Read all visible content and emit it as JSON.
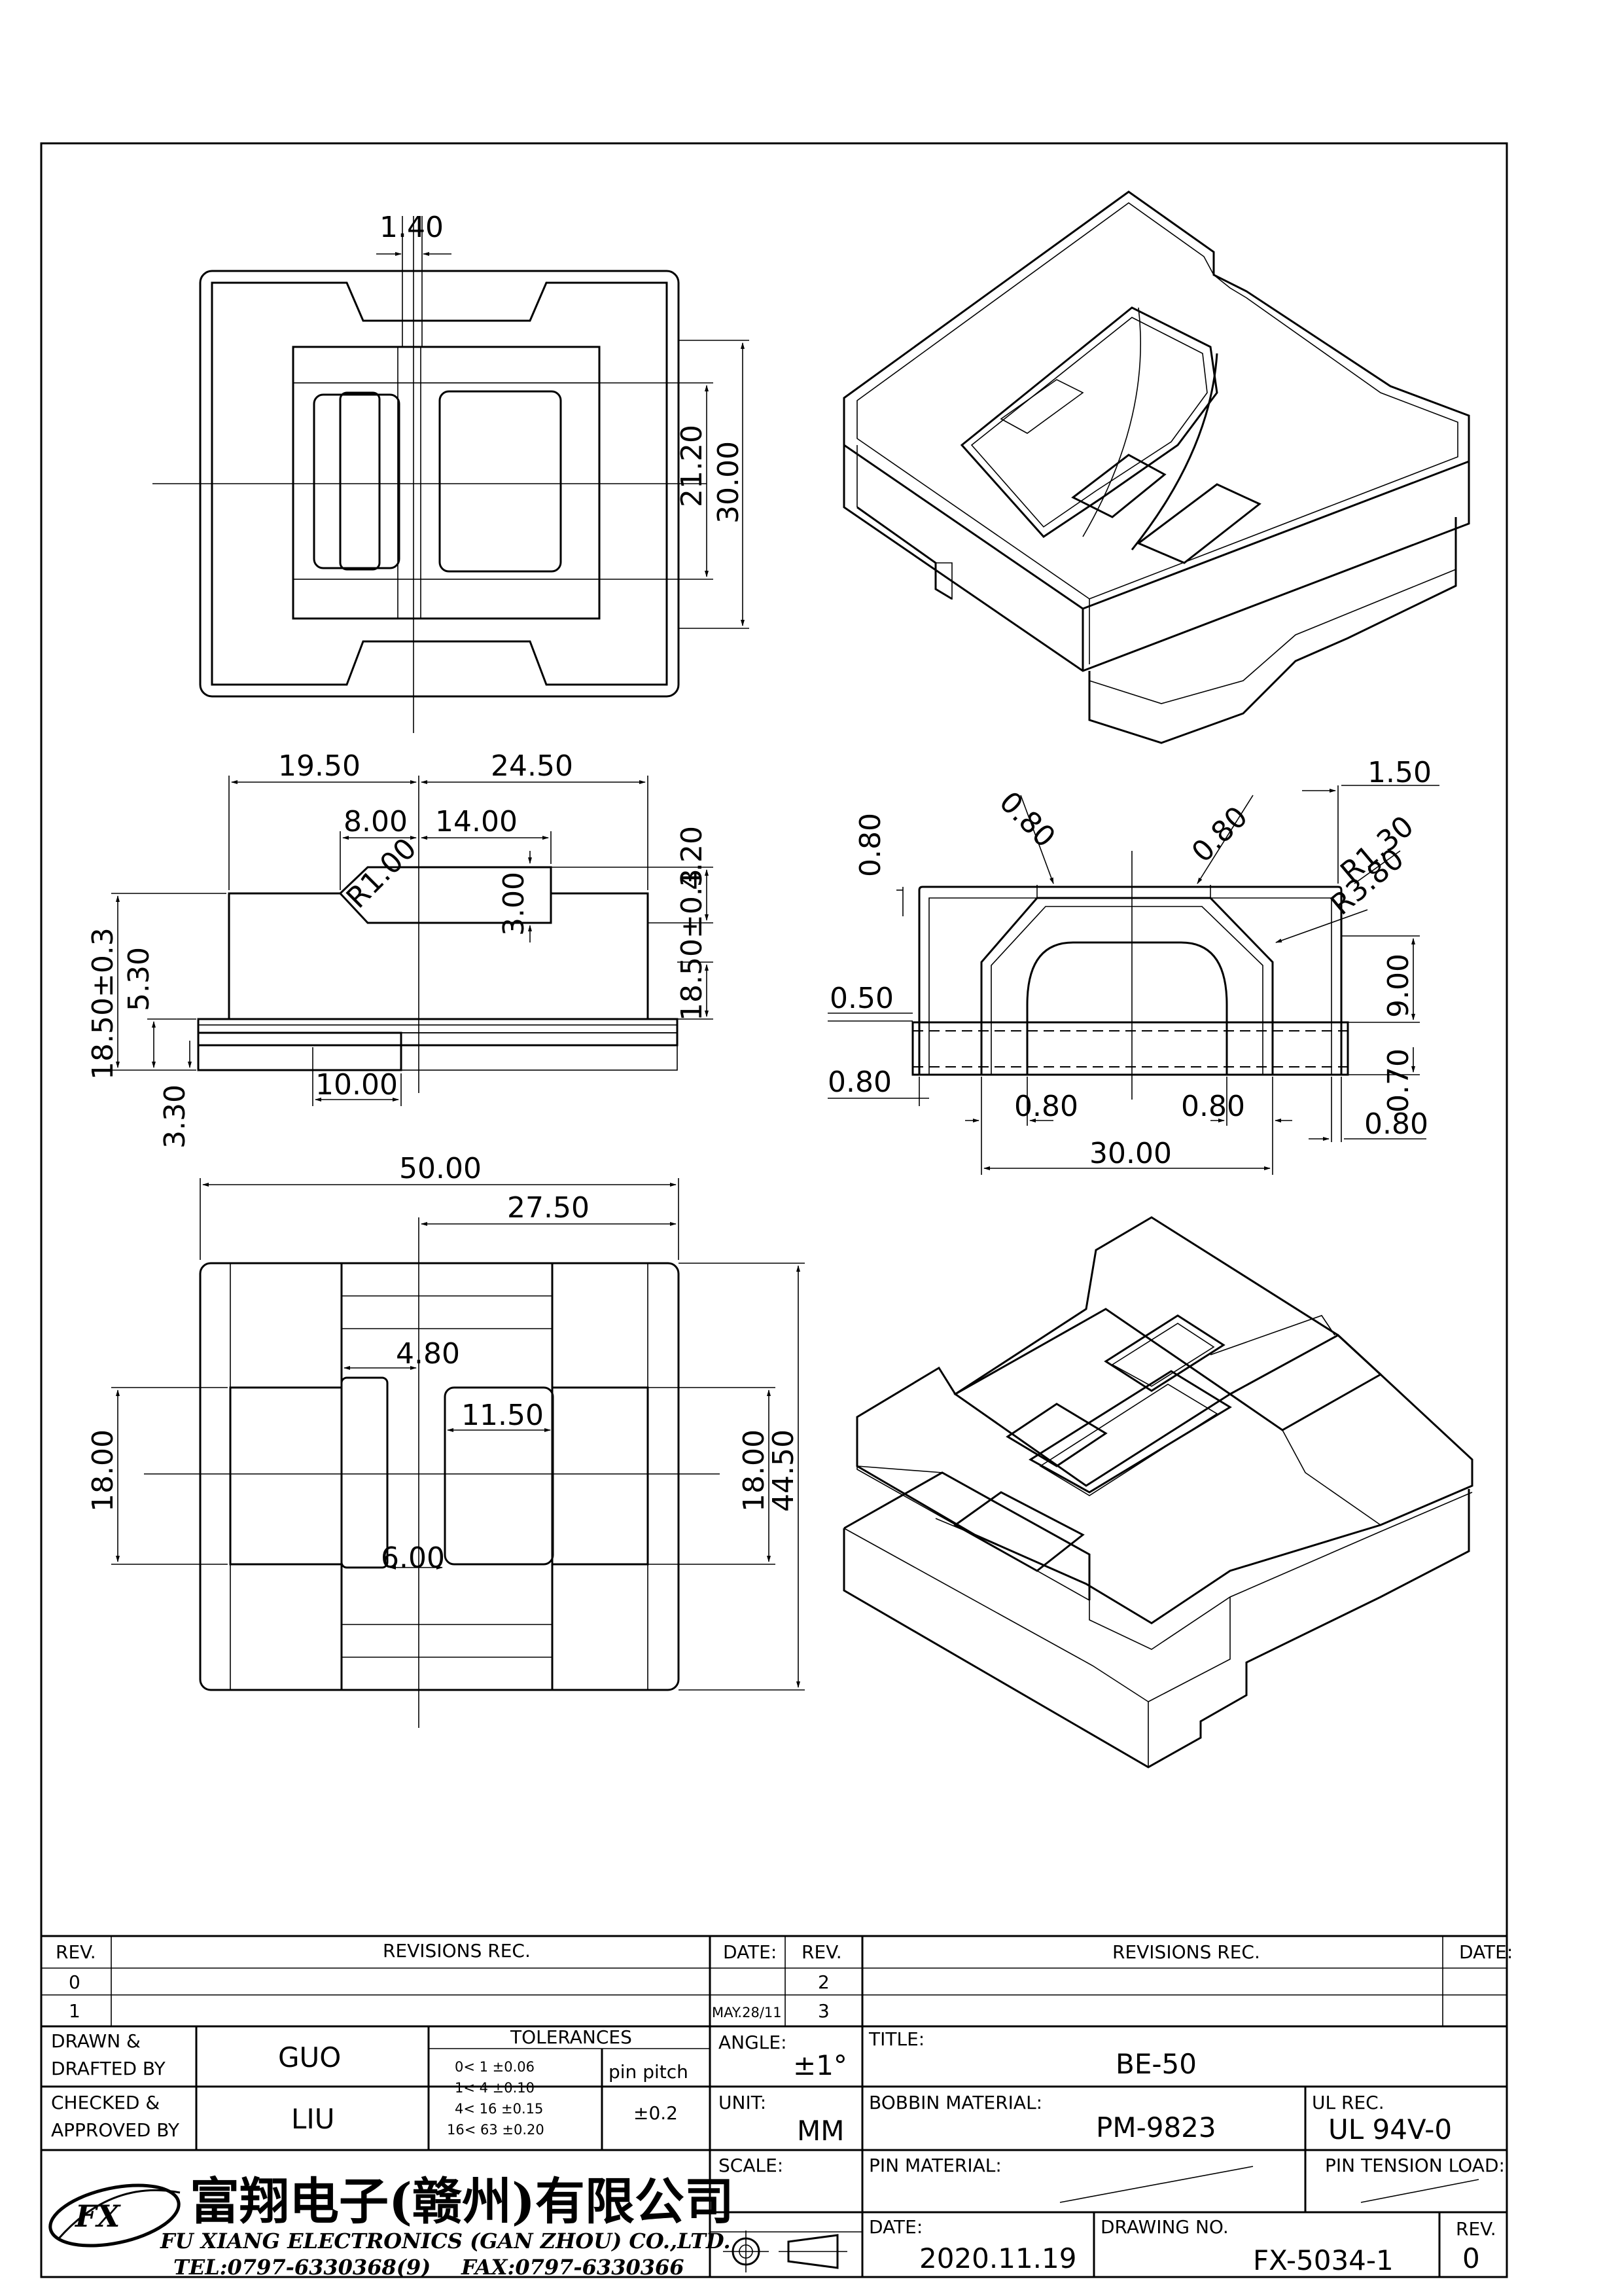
{
  "dimensions": {
    "top_view": {
      "d1": "1.40",
      "d2": "21.20",
      "d3": "30.00"
    },
    "front_view": {
      "w1": "19.50",
      "w2": "24.50",
      "w3": "8.00",
      "w4": "14.00",
      "r": "R1.00",
      "h1": "3.00",
      "h2": "4.20",
      "h3": "18.50±0.3",
      "h4": "5.30",
      "h5": "4.30",
      "h6": "3.30",
      "w5": "10.00"
    },
    "side_view": {
      "a1": "0.80",
      "a2": "0.80",
      "a3": "0.80",
      "t1": "1.50",
      "r1": "R1.30",
      "r2": "R3.80",
      "h1": "9.00",
      "t2": "0.50",
      "t3": "0.80",
      "t4": "0.80",
      "t5": "0.80",
      "t6": "0.70",
      "t7": "0.80",
      "w1": "30.00"
    },
    "bottom_view": {
      "w1": "50.00",
      "w2": "27.50",
      "w3": "4.80",
      "w4": "11.50",
      "w5": "6.00",
      "h1": "18.00",
      "h2": "18.00",
      "h3": "44.50"
    }
  },
  "title_block": {
    "rev_header": "REV.",
    "revisions_header": "REVISIONS   REC.",
    "date_header": "DATE:",
    "rev_header2": "REV.",
    "revisions_header2": "REVISIONS   REC.",
    "date_header2": "DATE:",
    "rev0": "0",
    "rev1": "1",
    "rev2": "2",
    "rev3": "3",
    "rev1_date": "MAY.28/11",
    "drawn_label1": "DRAWN  &",
    "drawn_label2": "DRAFTED  BY",
    "drawn_value": "GUO",
    "checked_label1": "CHECKED  &",
    "checked_label2": "APPROVED  BY",
    "checked_value": "LIU",
    "tolerances_label": "TOLERANCES",
    "tol_rows": [
      "0<   1    ±0.06",
      "1<   4    ±0.10",
      "4<   16  ±0.15",
      "16<   63  ±0.20"
    ],
    "pin_pitch_label": "pin  pitch",
    "pin_pitch_value": "±0.2",
    "angle_label": "ANGLE:",
    "angle_value": "±1°",
    "unit_label": "UNIT:",
    "unit_value": "MM",
    "scale_label": "SCALE:",
    "title_label": "TITLE:",
    "title_value": "BE-50",
    "bobbin_label": "BOBBIN  MATERIAL:",
    "bobbin_value": "PM-9823",
    "ul_label": "UL  REC.",
    "ul_value": "UL  94V-0",
    "pin_material_label": "PIN  MATERIAL:",
    "pin_tension_label": "PIN  TENSION  LOAD:",
    "date_label": "DATE:",
    "date_value": "2020.11.19",
    "drawing_no_label": "DRAWING  NO.",
    "drawing_no_value": "FX-5034-1",
    "rev_label": "REV.",
    "rev_value": "0",
    "company_cn": "富翔电子(赣州)有限公司",
    "company_en": "FU XIANG ELECTRONICS (GAN ZHOU) CO.,LTD.",
    "tel": "TEL:0797-6330368(9)",
    "fax": "FAX:0797-6330366",
    "logo_text": "FX"
  }
}
